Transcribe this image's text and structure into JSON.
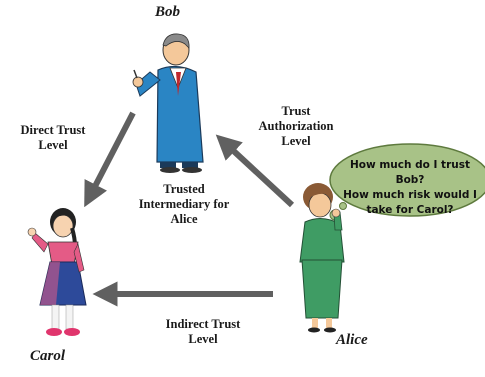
{
  "people": {
    "bob": {
      "name": "Bob"
    },
    "carol": {
      "name": "Carol"
    },
    "alice": {
      "name": "Alice"
    }
  },
  "edges": {
    "direct_trust": "Direct Trust\nLevel",
    "trust_authorization": "Trust\nAuthorization\nLevel",
    "indirect_trust": "Indirect Trust\nLevel",
    "intermediary": "Trusted\nIntermediary for\nAlice"
  },
  "thought": {
    "line1": "How much do I trust Bob?",
    "line2": "How much risk would I",
    "line3": "take for Carol?"
  },
  "colors": {
    "arrow": "#606060",
    "bubble_fill": "#a8c287",
    "bob_suit": "#2a85c4",
    "alice_dress": "#3f9c64",
    "carol_dress": "#e45b86"
  }
}
